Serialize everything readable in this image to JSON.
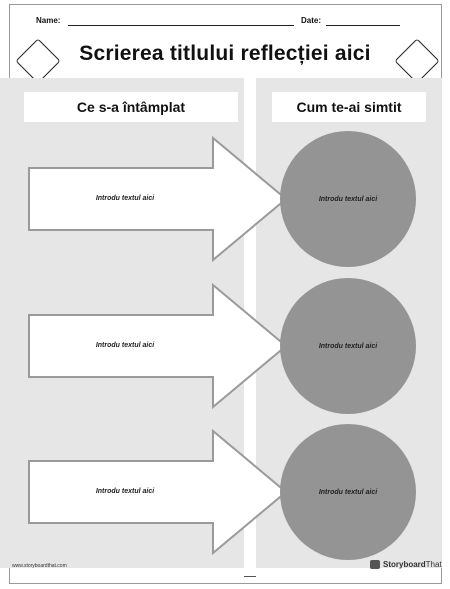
{
  "header": {
    "name_label": "Name:",
    "date_label": "Date:"
  },
  "title": "Scrierea titlului reflecției aici",
  "columns": {
    "left_heading": "Ce s-a întâmplat",
    "right_heading": "Cum te-ai simtit"
  },
  "rows": [
    {
      "arrow_text": "Introdu textul aici",
      "circle_text": "Introdu textul aici"
    },
    {
      "arrow_text": "Introdu textul aici",
      "circle_text": "Introdu textul aici"
    },
    {
      "arrow_text": "Introdu textul aici",
      "circle_text": "Introdu textul aici"
    }
  ],
  "footer": {
    "url": "www.storyboardthat.com",
    "brand_story": "Storyboard",
    "brand_that": "That"
  },
  "colors": {
    "panel": "#e6e6e6",
    "circle": "#949494",
    "arrow_fill": "#ffffff",
    "arrow_stroke": "#9a9a9a"
  }
}
